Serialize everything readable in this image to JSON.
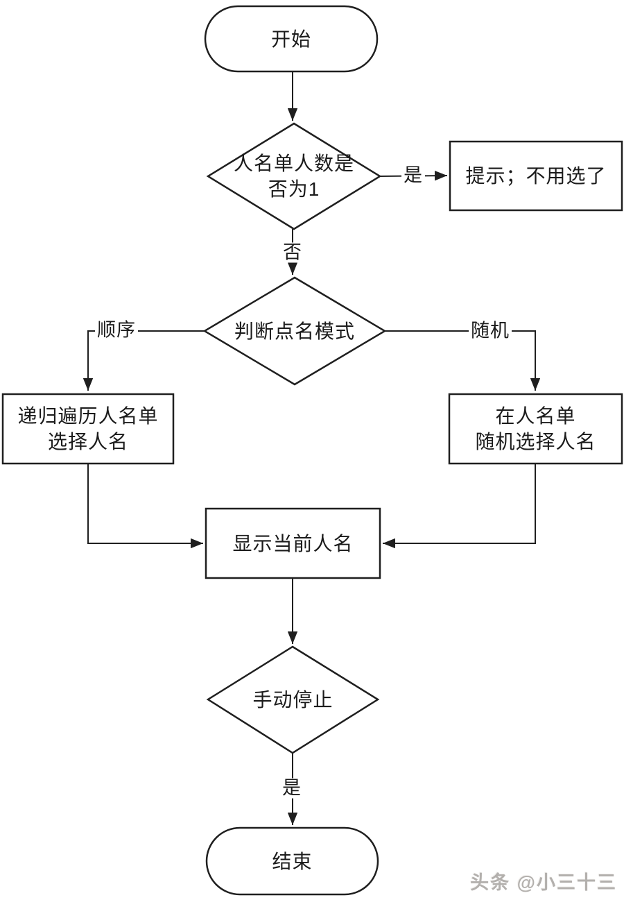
{
  "flowchart": {
    "nodes": {
      "start": {
        "type": "stadium",
        "lines": [
          "开始"
        ]
      },
      "check_count": {
        "type": "decision",
        "lines": [
          "人名单人数是",
          "否为1"
        ]
      },
      "prompt": {
        "type": "process",
        "lines": [
          "提示；不用选了"
        ]
      },
      "check_mode": {
        "type": "decision",
        "lines": [
          "判断点名模式"
        ]
      },
      "sequential": {
        "type": "process",
        "lines": [
          "递归遍历人名单",
          "选择人名"
        ]
      },
      "random": {
        "type": "process",
        "lines": [
          "在人名单",
          "随机选择人名"
        ]
      },
      "display": {
        "type": "process",
        "lines": [
          "显示当前人名"
        ]
      },
      "manual_stop": {
        "type": "decision",
        "lines": [
          "手动停止"
        ]
      },
      "end": {
        "type": "stadium",
        "lines": [
          "结束"
        ]
      }
    },
    "edges": {
      "yes_to_prompt": {
        "label": "是"
      },
      "no_to_mode": {
        "label": "否"
      },
      "mode_seq": {
        "label": "顺序"
      },
      "mode_rand": {
        "label": "随机"
      },
      "yes_to_end": {
        "label": "是"
      }
    }
  },
  "watermark": {
    "text": "头条 @小三十三"
  },
  "colors": {
    "stroke": "#1f1f1f",
    "background": "#ffffff",
    "watermark": "#b3b0ad"
  }
}
